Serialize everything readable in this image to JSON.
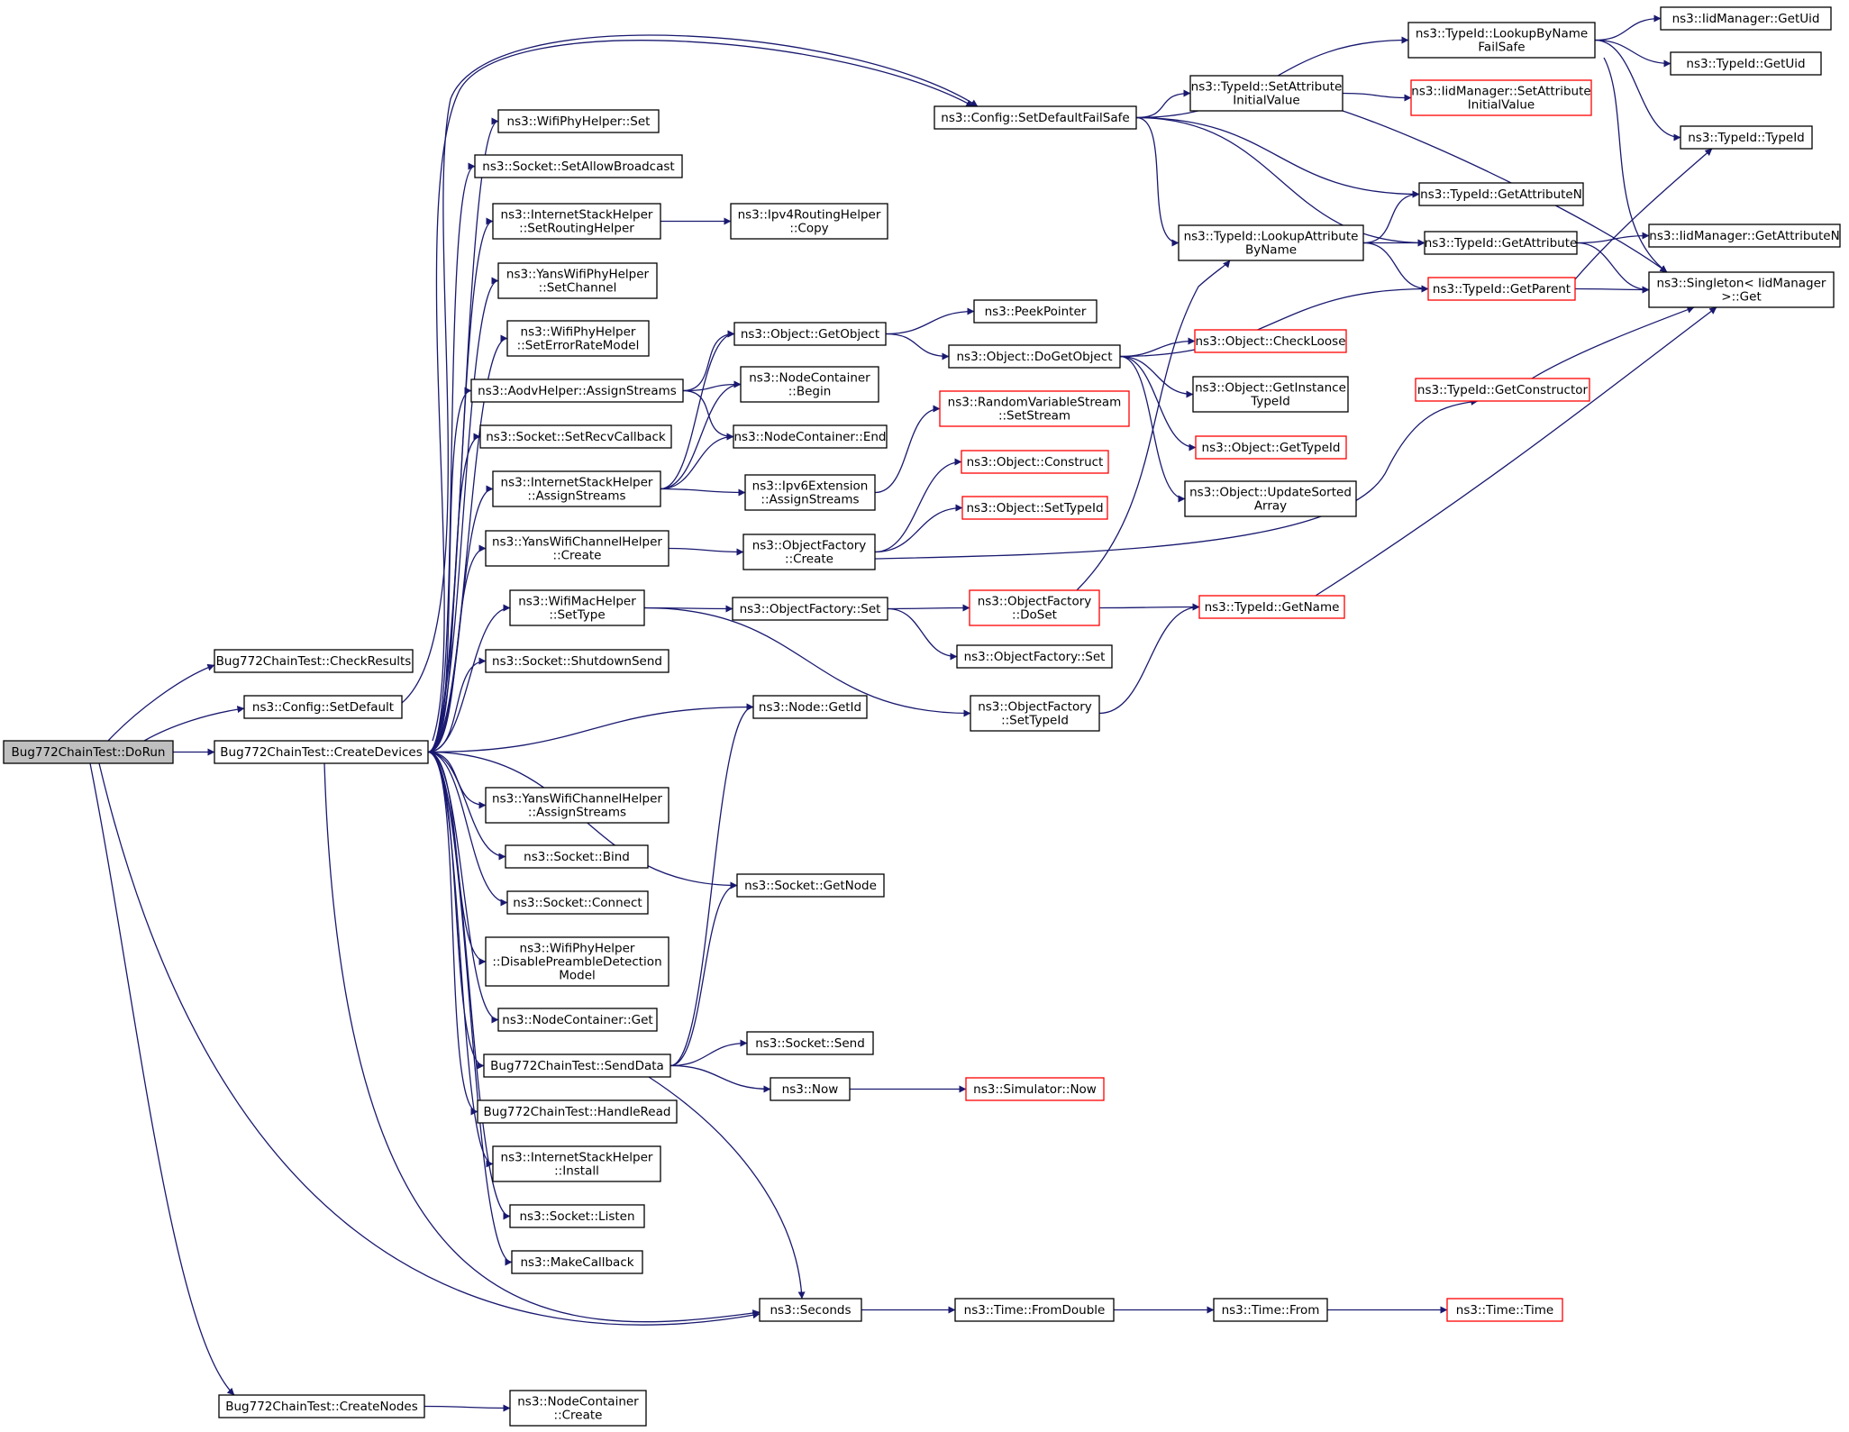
{
  "colors": {
    "edge": "#191970",
    "node_border": "#000000",
    "node_border_truncated": "#ff0000",
    "root_fill": "#bfbfbf",
    "node_fill": "#ffffff",
    "background": "#ffffff"
  },
  "nodes": [
    {
      "id": "dorun",
      "lines": [
        "Bug772ChainTest::DoRun"
      ],
      "variant": "root"
    },
    {
      "id": "checkresults",
      "lines": [
        "Bug772ChainTest::CheckResults"
      ]
    },
    {
      "id": "cfgsetdefault",
      "lines": [
        "ns3::Config::SetDefault"
      ]
    },
    {
      "id": "createdevices",
      "lines": [
        "Bug772ChainTest::CreateDevices"
      ]
    },
    {
      "id": "createnodes",
      "lines": [
        "Bug772ChainTest::CreateNodes"
      ]
    },
    {
      "id": "seconds",
      "lines": [
        "ns3::Seconds"
      ]
    },
    {
      "id": "wifiphyset",
      "lines": [
        "ns3::WifiPhyHelper::Set"
      ]
    },
    {
      "id": "setallowbroadcast",
      "lines": [
        "ns3::Socket::SetAllowBroadcast"
      ]
    },
    {
      "id": "setroutinghelper",
      "lines": [
        "ns3::InternetStackHelper",
        "::SetRoutingHelper"
      ]
    },
    {
      "id": "ipv4routingcopy",
      "lines": [
        "ns3::Ipv4RoutingHelper",
        "::Copy"
      ]
    },
    {
      "id": "yanssetchannel",
      "lines": [
        "ns3::YansWifiPhyHelper",
        "::SetChannel"
      ]
    },
    {
      "id": "seterrorratemodel",
      "lines": [
        "ns3::WifiPhyHelper",
        "::SetErrorRateModel"
      ]
    },
    {
      "id": "aodvassign",
      "lines": [
        "ns3::AodvHelper::AssignStreams"
      ]
    },
    {
      "id": "setrecvcallback",
      "lines": [
        "ns3::Socket::SetRecvCallback"
      ]
    },
    {
      "id": "isassign",
      "lines": [
        "ns3::InternetStackHelper",
        "::AssignStreams"
      ]
    },
    {
      "id": "yanschcreate",
      "lines": [
        "ns3::YansWifiChannelHelper",
        "::Create"
      ]
    },
    {
      "id": "wifimacsettype",
      "lines": [
        "ns3::WifiMacHelper",
        "::SetType"
      ]
    },
    {
      "id": "shutdownsend",
      "lines": [
        "ns3::Socket::ShutdownSend"
      ]
    },
    {
      "id": "yanschassign",
      "lines": [
        "ns3::YansWifiChannelHelper",
        "::AssignStreams"
      ]
    },
    {
      "id": "socketbind",
      "lines": [
        "ns3::Socket::Bind"
      ]
    },
    {
      "id": "socketconnect",
      "lines": [
        "ns3::Socket::Connect"
      ]
    },
    {
      "id": "disablepreamble",
      "lines": [
        "ns3::WifiPhyHelper",
        "::DisablePreambleDetection",
        "Model"
      ]
    },
    {
      "id": "ncget",
      "lines": [
        "ns3::NodeContainer::Get"
      ]
    },
    {
      "id": "senddata",
      "lines": [
        "Bug772ChainTest::SendData"
      ]
    },
    {
      "id": "handleread",
      "lines": [
        "Bug772ChainTest::HandleRead"
      ]
    },
    {
      "id": "isinstall",
      "lines": [
        "ns3::InternetStackHelper",
        "::Install"
      ]
    },
    {
      "id": "socketlisten",
      "lines": [
        "ns3::Socket::Listen"
      ]
    },
    {
      "id": "makecallback",
      "lines": [
        "ns3::MakeCallback"
      ]
    },
    {
      "id": "nccreate",
      "lines": [
        "ns3::NodeContainer",
        "::Create"
      ]
    },
    {
      "id": "objgetobject",
      "lines": [
        "ns3::Object::GetObject"
      ]
    },
    {
      "id": "ncbegin",
      "lines": [
        "ns3::NodeContainer",
        "::Begin"
      ]
    },
    {
      "id": "ncend",
      "lines": [
        "ns3::NodeContainer::End"
      ]
    },
    {
      "id": "ipv6extassign",
      "lines": [
        "ns3::Ipv6Extension",
        "::AssignStreams"
      ]
    },
    {
      "id": "ofcreate",
      "lines": [
        "ns3::ObjectFactory",
        "::Create"
      ]
    },
    {
      "id": "ofset",
      "lines": [
        "ns3::ObjectFactory::Set"
      ]
    },
    {
      "id": "nodegetid",
      "lines": [
        "ns3::Node::GetId"
      ]
    },
    {
      "id": "socketgetnode",
      "lines": [
        "ns3::Socket::GetNode"
      ]
    },
    {
      "id": "socketsend",
      "lines": [
        "ns3::Socket::Send"
      ]
    },
    {
      "id": "ns3now",
      "lines": [
        "ns3::Now"
      ]
    },
    {
      "id": "cfgsetdefaultfailsafe",
      "lines": [
        "ns3::Config::SetDefaultFailSafe"
      ]
    },
    {
      "id": "peekpointer",
      "lines": [
        "ns3::PeekPointer"
      ]
    },
    {
      "id": "objdogetobject",
      "lines": [
        "ns3::Object::DoGetObject"
      ]
    },
    {
      "id": "rvssetstream",
      "lines": [
        "ns3::RandomVariableStream",
        "::SetStream"
      ],
      "variant": "red"
    },
    {
      "id": "objconstruct",
      "lines": [
        "ns3::Object::Construct"
      ],
      "variant": "red"
    },
    {
      "id": "objsettypeid",
      "lines": [
        "ns3::Object::SetTypeId"
      ],
      "variant": "red"
    },
    {
      "id": "ofdoset",
      "lines": [
        "ns3::ObjectFactory",
        "::DoSet"
      ],
      "variant": "red"
    },
    {
      "id": "ofset2",
      "lines": [
        "ns3::ObjectFactory::Set"
      ]
    },
    {
      "id": "ofsettypeid",
      "lines": [
        "ns3::ObjectFactory",
        "::SetTypeId"
      ]
    },
    {
      "id": "timefromdouble",
      "lines": [
        "ns3::Time::FromDouble"
      ]
    },
    {
      "id": "simnow",
      "lines": [
        "ns3::Simulator::Now"
      ],
      "variant": "red"
    },
    {
      "id": "tidsetattrinit",
      "lines": [
        "ns3::TypeId::SetAttribute",
        "InitialValue"
      ]
    },
    {
      "id": "tidlookupattr",
      "lines": [
        "ns3::TypeId::LookupAttribute",
        "ByName"
      ]
    },
    {
      "id": "objcheckloose",
      "lines": [
        "ns3::Object::CheckLoose"
      ],
      "variant": "red"
    },
    {
      "id": "objgetinstancetid",
      "lines": [
        "ns3::Object::GetInstance",
        "TypeId"
      ]
    },
    {
      "id": "objgettypeid",
      "lines": [
        "ns3::Object::GetTypeId"
      ],
      "variant": "red"
    },
    {
      "id": "objupdatesorted",
      "lines": [
        "ns3::Object::UpdateSorted",
        "Array"
      ]
    },
    {
      "id": "timefrom",
      "lines": [
        "ns3::Time::From"
      ]
    },
    {
      "id": "tidlookupbyname",
      "lines": [
        "ns3::TypeId::LookupByName",
        "FailSafe"
      ]
    },
    {
      "id": "iidsetattrinit",
      "lines": [
        "ns3::IidManager::SetAttribute",
        "InitialValue"
      ],
      "variant": "red"
    },
    {
      "id": "tidgetattrn",
      "lines": [
        "ns3::TypeId::GetAttributeN"
      ]
    },
    {
      "id": "tidgetattr",
      "lines": [
        "ns3::TypeId::GetAttribute"
      ]
    },
    {
      "id": "tidgetparent",
      "lines": [
        "ns3::TypeId::GetParent"
      ],
      "variant": "red"
    },
    {
      "id": "tidgetconstructor",
      "lines": [
        "ns3::TypeId::GetConstructor"
      ],
      "variant": "red"
    },
    {
      "id": "tidgetname",
      "lines": [
        "ns3::TypeId::GetName"
      ],
      "variant": "red"
    },
    {
      "id": "timetime",
      "lines": [
        "ns3::Time::Time"
      ],
      "variant": "red"
    },
    {
      "id": "iidgetuid",
      "lines": [
        "ns3::IidManager::GetUid"
      ]
    },
    {
      "id": "tidgetuid",
      "lines": [
        "ns3::TypeId::GetUid"
      ]
    },
    {
      "id": "tidtypeid",
      "lines": [
        "ns3::TypeId::TypeId"
      ]
    },
    {
      "id": "iidgetattrn",
      "lines": [
        "ns3::IidManager::GetAttributeN"
      ]
    },
    {
      "id": "singletonget",
      "lines": [
        "ns3::Singleton< IidManager",
        " >::Get"
      ]
    }
  ],
  "edges": [
    [
      "dorun",
      "checkresults"
    ],
    [
      "dorun",
      "cfgsetdefault"
    ],
    [
      "dorun",
      "createdevices"
    ],
    [
      "dorun",
      "createnodes"
    ],
    [
      "dorun",
      "seconds"
    ],
    [
      "cfgsetdefault",
      "cfgsetdefaultfailsafe"
    ],
    [
      "createdevices",
      "cfgsetdefaultfailsafe"
    ],
    [
      "createdevices",
      "wifiphyset"
    ],
    [
      "createdevices",
      "setallowbroadcast"
    ],
    [
      "createdevices",
      "setroutinghelper"
    ],
    [
      "createdevices",
      "yanssetchannel"
    ],
    [
      "createdevices",
      "seterrorratemodel"
    ],
    [
      "createdevices",
      "aodvassign"
    ],
    [
      "createdevices",
      "setrecvcallback"
    ],
    [
      "createdevices",
      "isassign"
    ],
    [
      "createdevices",
      "yanschcreate"
    ],
    [
      "createdevices",
      "wifimacsettype"
    ],
    [
      "createdevices",
      "shutdownsend"
    ],
    [
      "createdevices",
      "nodegetid"
    ],
    [
      "createdevices",
      "socketgetnode"
    ],
    [
      "createdevices",
      "yanschassign"
    ],
    [
      "createdevices",
      "socketbind"
    ],
    [
      "createdevices",
      "socketconnect"
    ],
    [
      "createdevices",
      "disablepreamble"
    ],
    [
      "createdevices",
      "ncget"
    ],
    [
      "createdevices",
      "senddata"
    ],
    [
      "createdevices",
      "handleread"
    ],
    [
      "createdevices",
      "isinstall"
    ],
    [
      "createdevices",
      "socketlisten"
    ],
    [
      "createdevices",
      "makecallback"
    ],
    [
      "createdevices",
      "seconds"
    ],
    [
      "createnodes",
      "nccreate"
    ],
    [
      "setroutinghelper",
      "ipv4routingcopy"
    ],
    [
      "aodvassign",
      "objgetobject"
    ],
    [
      "aodvassign",
      "ncbegin"
    ],
    [
      "aodvassign",
      "ncend"
    ],
    [
      "isassign",
      "objgetobject"
    ],
    [
      "isassign",
      "ncbegin"
    ],
    [
      "isassign",
      "ncend"
    ],
    [
      "isassign",
      "ipv6extassign"
    ],
    [
      "yanschcreate",
      "ofcreate"
    ],
    [
      "wifimacsettype",
      "ofset"
    ],
    [
      "wifimacsettype",
      "ofsettypeid"
    ],
    [
      "senddata",
      "nodegetid"
    ],
    [
      "senddata",
      "socketgetnode"
    ],
    [
      "senddata",
      "socketsend"
    ],
    [
      "senddata",
      "ns3now"
    ],
    [
      "senddata",
      "seconds"
    ],
    [
      "objgetobject",
      "peekpointer"
    ],
    [
      "objgetobject",
      "objdogetobject"
    ],
    [
      "ipv6extassign",
      "rvssetstream"
    ],
    [
      "ofcreate",
      "objconstruct"
    ],
    [
      "ofcreate",
      "objsettypeid"
    ],
    [
      "ofcreate",
      "tidgetconstructor"
    ],
    [
      "ofset",
      "ofdoset"
    ],
    [
      "ofset",
      "ofset2"
    ],
    [
      "ofdoset",
      "tidlookupattr"
    ],
    [
      "ofdoset",
      "tidgetname"
    ],
    [
      "ofsettypeid",
      "tidgetname"
    ],
    [
      "ns3now",
      "simnow"
    ],
    [
      "seconds",
      "timefromdouble"
    ],
    [
      "timefromdouble",
      "timefrom"
    ],
    [
      "timefrom",
      "timetime"
    ],
    [
      "cfgsetdefaultfailsafe",
      "tidlookupbyname"
    ],
    [
      "cfgsetdefaultfailsafe",
      "tidsetattrinit"
    ],
    [
      "cfgsetdefaultfailsafe",
      "tidlookupattr"
    ],
    [
      "cfgsetdefaultfailsafe",
      "tidgetattrn"
    ],
    [
      "cfgsetdefaultfailsafe",
      "tidgetattr"
    ],
    [
      "objdogetobject",
      "tidgetparent"
    ],
    [
      "objdogetobject",
      "objcheckloose"
    ],
    [
      "objdogetobject",
      "objgetinstancetid"
    ],
    [
      "objdogetobject",
      "objgettypeid"
    ],
    [
      "objdogetobject",
      "objupdatesorted"
    ],
    [
      "tidsetattrinit",
      "iidsetattrinit"
    ],
    [
      "tidsetattrinit",
      "singletonget"
    ],
    [
      "tidlookupattr",
      "tidgetattrn"
    ],
    [
      "tidlookupattr",
      "tidgetattr"
    ],
    [
      "tidlookupattr",
      "tidgetparent"
    ],
    [
      "tidlookupbyname",
      "iidgetuid"
    ],
    [
      "tidlookupbyname",
      "tidgetuid"
    ],
    [
      "tidlookupbyname",
      "tidtypeid"
    ],
    [
      "tidlookupbyname",
      "singletonget"
    ],
    [
      "tidgetattr",
      "iidgetattrn"
    ],
    [
      "tidgetattr",
      "singletonget"
    ],
    [
      "tidgetparent",
      "tidtypeid"
    ],
    [
      "tidgetparent",
      "singletonget"
    ],
    [
      "tidgetconstructor",
      "singletonget"
    ],
    [
      "tidgetname",
      "singletonget"
    ]
  ]
}
